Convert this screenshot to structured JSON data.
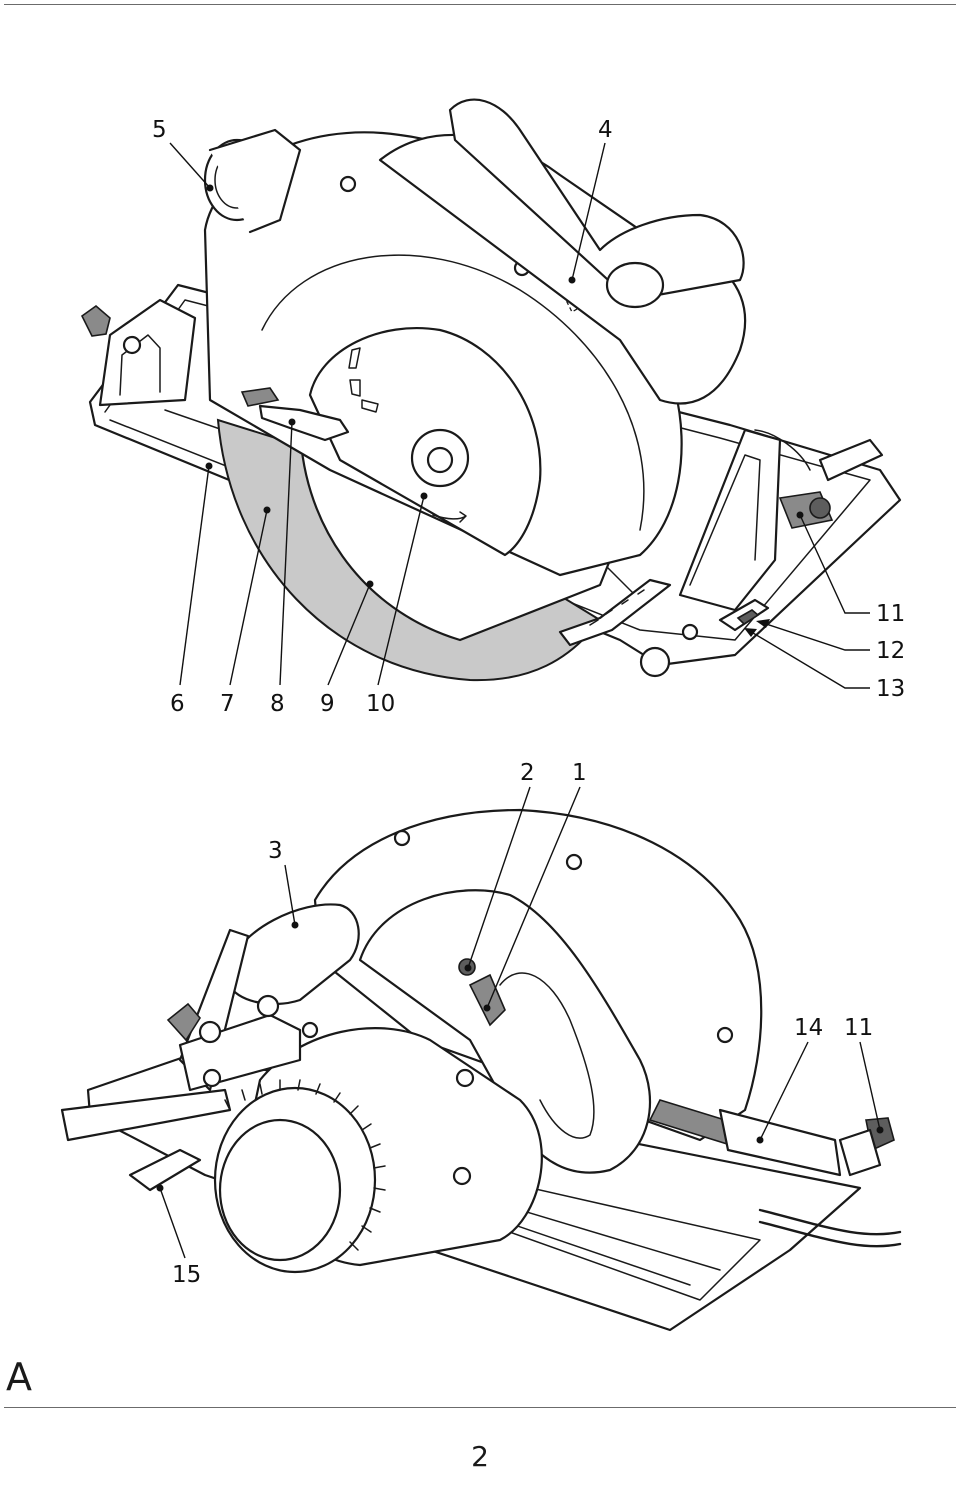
{
  "figure_letter": "A",
  "page_number": "2",
  "top_view_callouts": {
    "c5": "5",
    "c4": "4",
    "c6": "6",
    "c7": "7",
    "c8": "8",
    "c9": "9",
    "c10": "10",
    "c11": "11",
    "c12": "12",
    "c13": "13"
  },
  "bottom_view_callouts": {
    "c2": "2",
    "c1": "1",
    "c3": "3",
    "c14": "14",
    "c11": "11",
    "c15": "15"
  },
  "colors": {
    "line": "#1a1a1a",
    "blade_grey": "#c9c9c9",
    "part_grey": "#8a8a8a",
    "rule": "#6b6b6b"
  }
}
